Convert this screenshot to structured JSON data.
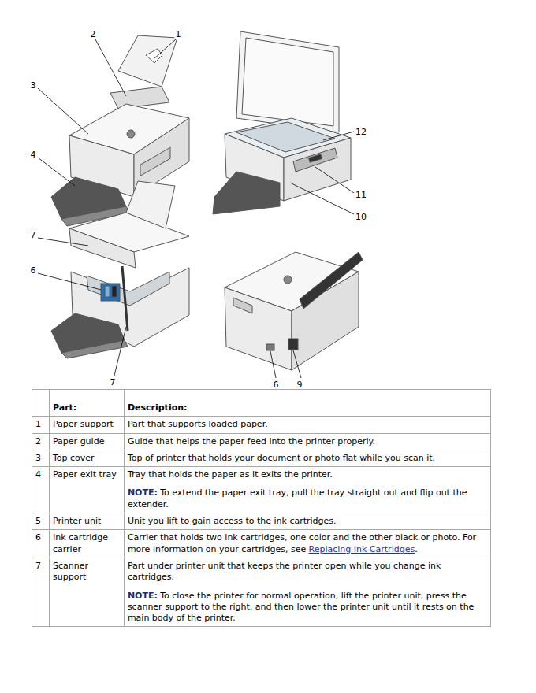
{
  "diagram": {
    "labels": [
      "2",
      "1",
      "3",
      "4",
      "12",
      "11",
      "10",
      "7",
      "6",
      "7",
      "6",
      "9",
      "Part:",
      "Description:",
      "1",
      "Paper support",
      "Part that supports loaded paper.",
      "2",
      "Paper guide",
      "Guide that helps the paper feed into the printer properly.",
      "3",
      "Top cover",
      "Top of printer that holds your document or photo flat while you scan it.",
      "4",
      "Paper exit tray",
      "Tray that holds the paper as it exits the printer.",
      "NOTE:",
      "To extend the paper exit tray, pull the tray straight out and flip out the extender.",
      "5",
      "Printer unit",
      "Unit you lift to gain access to the ink cartridges.",
      "6",
      "Ink cartridge carrier",
      "Carrier that holds two ink cartridges, one color and the other black or photo. For more information on your cartridges, see",
      "Replacing Ink Cartridges",
      ".",
      "7",
      "Scanner support",
      "Part under printer unit that keeps the printer open while you change ink cartridges.",
      "NOTE:",
      "To close the printer for normal operation, lift the printer unit, press the scanner support to the right, and then lower the printer unit until it rests on the main body of the printer."
    ]
  }
}
